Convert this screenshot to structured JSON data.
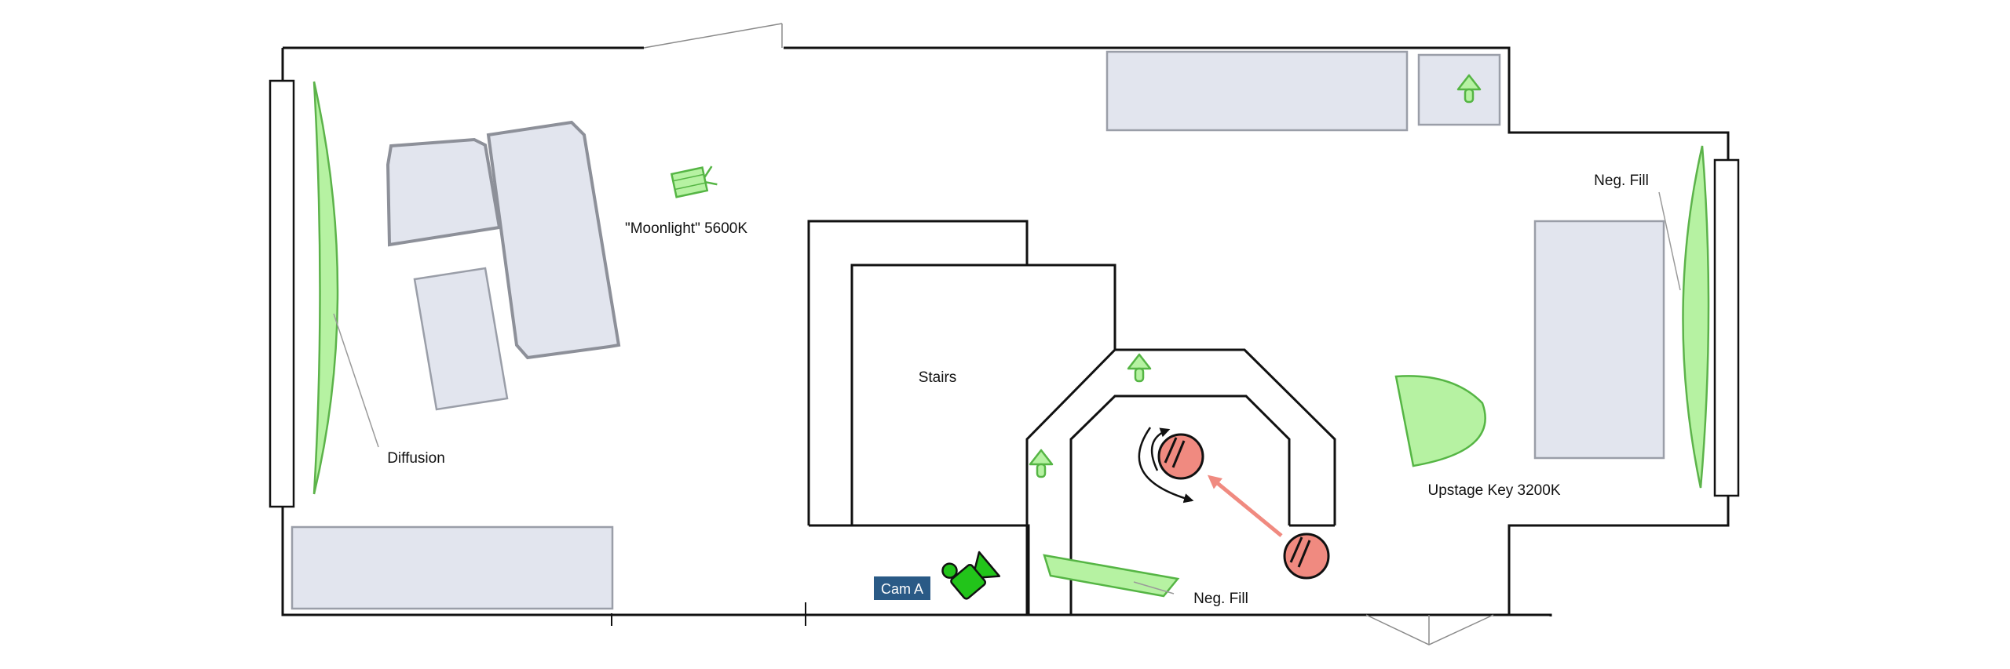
{
  "labels": {
    "moonlight": "\"Moonlight\" 5600K",
    "diffusion": "Diffusion",
    "stairs": "Stairs",
    "neg_fill_right": "Neg. Fill",
    "upstage_key": "Upstage Key 3200K",
    "neg_fill_bottom": "Neg. Fill",
    "cam_a": "Cam A"
  },
  "colors": {
    "light_green": "#b6f2a2",
    "camera_green": "#22c41a",
    "actor_red": "#f08a80",
    "move_arrow": "#f08a80",
    "furniture": "#e2e5ee",
    "cam_tag": "#2a5a86"
  },
  "icons": {
    "lamp": "lamp-icon",
    "fixture": "light-fixture-icon",
    "camera": "camera-icon",
    "actor": "actor-marker",
    "movement": "arrow-icon"
  }
}
